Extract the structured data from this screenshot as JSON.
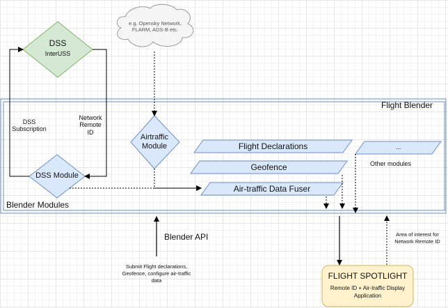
{
  "dss": {
    "title": "DSS",
    "subtitle": "InterUSS"
  },
  "cloud": {
    "text": "e.g. Opensky Network,\nFLARM, ADS-B etc."
  },
  "flight_blender": {
    "title": "Flight Blender"
  },
  "blender_modules": {
    "label": "Blender Modules"
  },
  "labels": {
    "dss_subscription": "DSS\nSubscription",
    "network_remote_id": "Network\nRemote\nID",
    "other_modules": "Other modules",
    "blender_api": "Blender API",
    "submit_note": "Submit Flight declarations,\nGeofence, configure air-traffic\ndata",
    "area_of_interest": "Area of interest for\nNetwork Remote ID"
  },
  "modules": {
    "airtraffic_module": "Airtraffic\nModule",
    "dss_module": "DSS Module",
    "flight_declarations": "Flight Declarations",
    "geofence": "Geofence",
    "airtraffic_fuser": "Air-traffic Data Fuser",
    "other": "..."
  },
  "spotlight": {
    "title": "FLIGHT SPOTLIGHT",
    "subtitle": "Remote ID + Air-traffic Display\nApplication"
  },
  "colors": {
    "dss_fill": "#d5e8d4",
    "dss_stroke": "#82b366",
    "module_fill": "#dae8fc",
    "module_stroke": "#6c8ebf",
    "spotlight_fill": "#fff2cc",
    "spotlight_stroke": "#d6b656",
    "cloud_fill": "#f5f5f5",
    "cloud_stroke": "#999999"
  }
}
